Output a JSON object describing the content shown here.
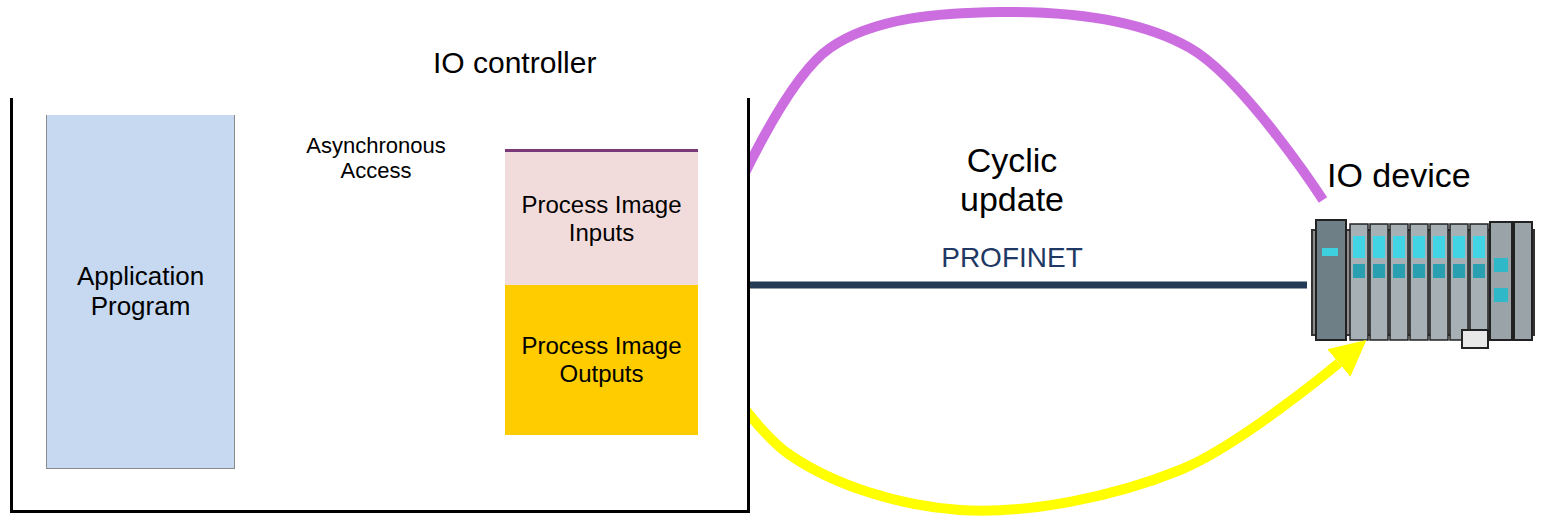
{
  "diagram": {
    "nodes": [
      {
        "text": [
          "IO controller"
        ]
      },
      {
        "text": [
          "Application Program"
        ],
        "in": 0
      },
      {
        "text": [
          "Process Image Inputs"
        ],
        "in": 0
      },
      {
        "text": [
          "Process Image Outputs"
        ],
        "in": 0
      },
      {
        "text": [
          "IO device"
        ]
      }
    ],
    "edges": [
      {
        "from": 2,
        "to": 1,
        "arrow": "to",
        "label": "Asynchronous Access"
      },
      {
        "from": 1,
        "to": 3,
        "arrow": "to"
      },
      {
        "from": 4,
        "to": 2,
        "arrow": "to",
        "label": "Cyclic update"
      },
      {
        "from": 3,
        "to": 4,
        "arrow": "to"
      },
      {
        "from": 0,
        "to": 4,
        "arrow": "none",
        "label": "PROFINET"
      }
    ]
  }
}
